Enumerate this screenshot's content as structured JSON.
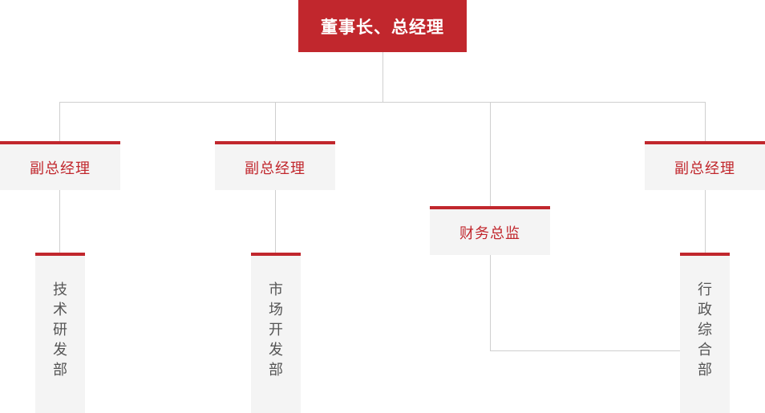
{
  "chart_title": "",
  "colors": {
    "accent_red": "#C1272D",
    "box_gray": "#F4F4F4",
    "line_gray": "#cfcfcf",
    "leaf_text": "#555555",
    "root_text": "#ffffff"
  },
  "nodes": {
    "root": {
      "label": "董事长、总经理",
      "level": "executive"
    },
    "level2": [
      {
        "label": "副总经理"
      },
      {
        "label": "副总经理"
      },
      {
        "label": "财务总监"
      },
      {
        "label": "副总经理"
      }
    ],
    "level3": [
      {
        "label": "技术研发部",
        "chars": [
          "技",
          "术",
          "研",
          "发",
          "部"
        ]
      },
      {
        "label": "市场开发部",
        "chars": [
          "市",
          "场",
          "开",
          "发",
          "部"
        ]
      },
      {
        "label": "行政综合部",
        "chars": [
          "行",
          "政",
          "综",
          "合",
          "部"
        ]
      }
    ]
  }
}
